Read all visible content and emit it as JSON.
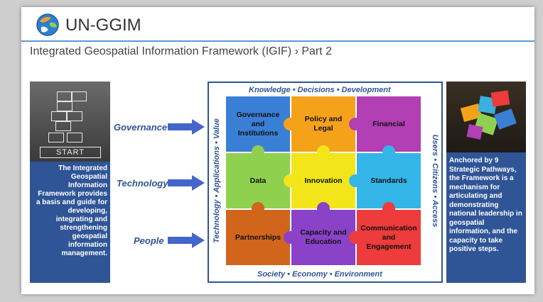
{
  "header": {
    "brand": "UN-GGIM",
    "subtitle": "Integrated Geospatial Information Framework (IGIF) › Part 2"
  },
  "left_panel": {
    "photo_label": "START",
    "text": "The Integrated Geospatial Information Framework provides a basis and guide for developing, integrating and strengthening geospatial information management."
  },
  "right_panel": {
    "text": "Anchored by 9 Strategic Pathways, the Framework is a mechanism for articulating and demonstrating national leadership in geospatial information, and the capacity to take positive steps."
  },
  "rows": [
    "Governance",
    "Technology",
    "People"
  ],
  "frame": {
    "top": "Knowledge  •  Decisions  •  Development",
    "bottom": "Society  •  Economy  •  Environment",
    "left": "Technology  •  Applications  •  Value",
    "right": "Users  •  Citizens  •  Access"
  },
  "tiles": [
    {
      "label": "Governance and Institutions",
      "color": "#3a7fd6"
    },
    {
      "label": "Policy and Legal",
      "color": "#f5a21b"
    },
    {
      "label": "Financial",
      "color": "#b23fb3"
    },
    {
      "label": "Data",
      "color": "#8fd14f"
    },
    {
      "label": "Innovation",
      "color": "#f2e61b"
    },
    {
      "label": "Standards",
      "color": "#33b5e8"
    },
    {
      "label": "Partnerships",
      "color": "#d0651b"
    },
    {
      "label": "Capacity and Education",
      "color": "#8a42c9"
    },
    {
      "label": "Communication and Engagement",
      "color": "#ee3b3b"
    }
  ],
  "colors": {
    "accent": "#2f5597",
    "rule": "#5b9bd5"
  }
}
